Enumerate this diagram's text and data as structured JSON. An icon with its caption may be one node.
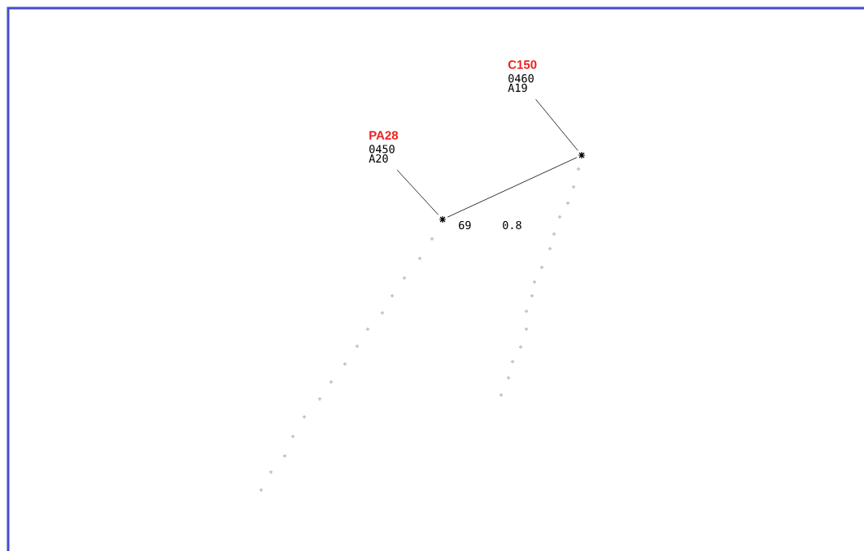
{
  "diagram": {
    "nodes": [
      {
        "text": [
          "PA28",
          "0450",
          "A20"
        ]
      },
      {
        "text": [],
        "shape": "star"
      },
      {
        "text": [
          "C150",
          "0460",
          "A19"
        ]
      },
      {
        "text": [],
        "shape": "star"
      }
    ],
    "edges": [
      {
        "from": 0,
        "to": 1,
        "arrow": "none"
      },
      {
        "from": 2,
        "to": 3,
        "arrow": "none"
      },
      {
        "from": 1,
        "to": 3,
        "arrow": "none"
      }
    ],
    "labels": [
      "69",
      "0.8"
    ]
  }
}
